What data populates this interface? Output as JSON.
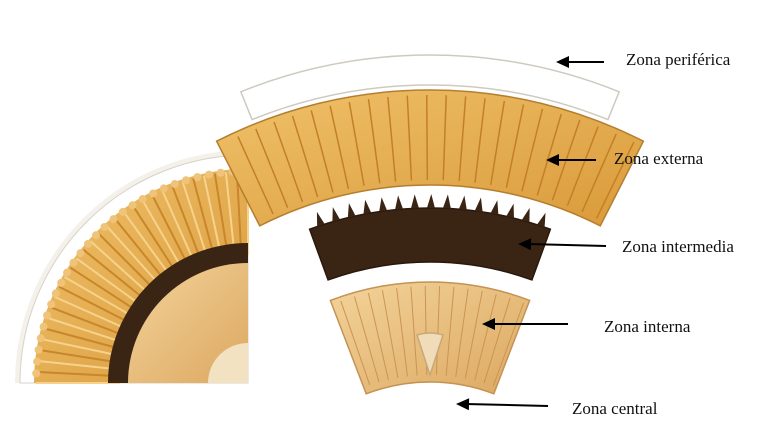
{
  "diagram": {
    "zones": [
      {
        "id": "periferica",
        "label": "Zona periférica"
      },
      {
        "id": "externa",
        "label": "Zona externa"
      },
      {
        "id": "intermedia",
        "label": "Zona intermedia"
      },
      {
        "id": "interna",
        "label": "Zona interna"
      },
      {
        "id": "central",
        "label": "Zona central"
      }
    ]
  },
  "colors": {
    "background": "#ffffff",
    "peripheral_band": "#ffffff",
    "outer_band": "#e2ad52",
    "intermediate_band": "#3a2414",
    "inner_band": "#ecc27c",
    "central_core": "#f0dcb8",
    "arrow": "#000000",
    "text": "#111111"
  }
}
